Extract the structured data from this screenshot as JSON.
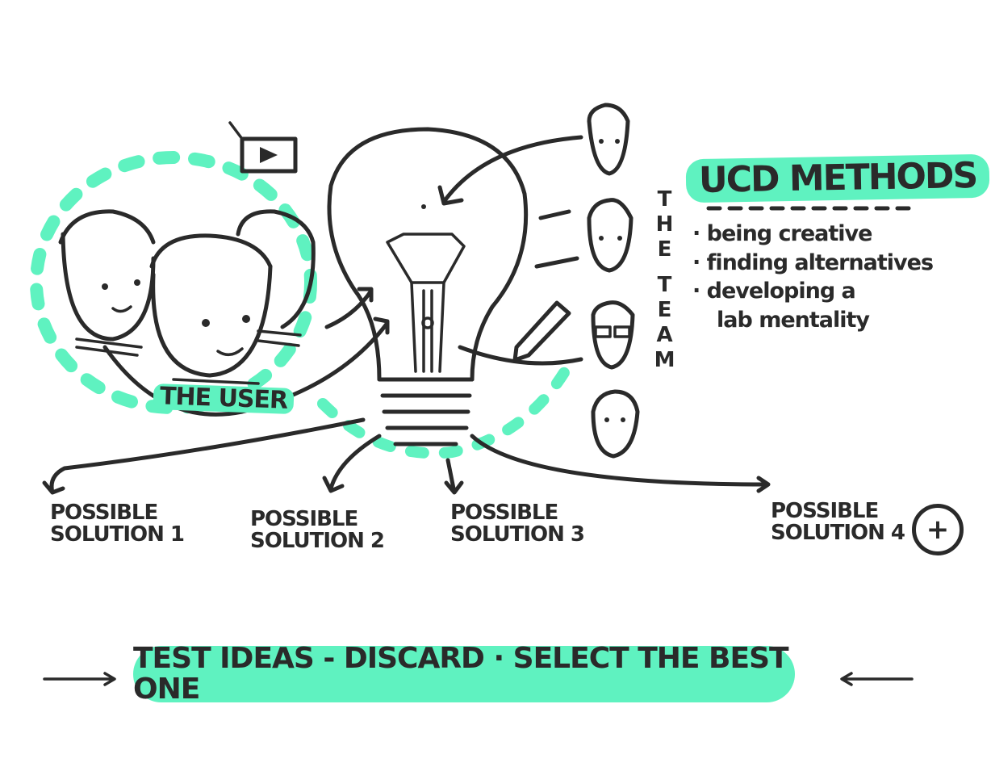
{
  "colors": {
    "accent": "#5ff2c0",
    "ink": "#2a2a2a"
  },
  "ucd": {
    "title": "UCD METHODS",
    "items": [
      "being creative",
      "finding alternatives",
      "developing a",
      "lab mentality"
    ]
  },
  "team": {
    "letters": [
      "T",
      "H",
      "E",
      "T",
      "E",
      "A",
      "M"
    ]
  },
  "user_label": "THE USER",
  "solutions": [
    {
      "line1": "Possible",
      "line2": "Solution 1"
    },
    {
      "line1": "Possible",
      "line2": "Solution 2"
    },
    {
      "line1": "Possible",
      "line2": "Solution 3"
    },
    {
      "line1": "Possible",
      "line2": "Solution 4"
    }
  ],
  "plus_symbol": "+",
  "bottom_banner": "TEST IDEAS - DISCARD · SELECT THE BEST ONE"
}
